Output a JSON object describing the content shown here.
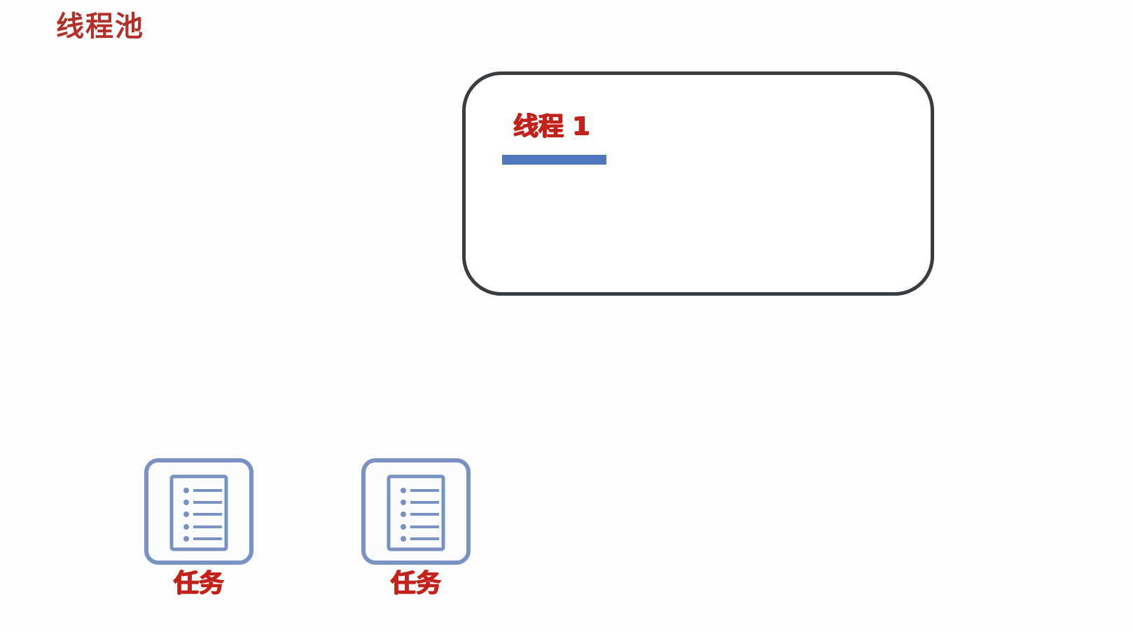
{
  "title": "线程池",
  "thread": {
    "label": "线程 1",
    "progress_fraction": 0.2
  },
  "tasks": [
    {
      "label": "任务",
      "icon": "task-list-icon"
    },
    {
      "label": "任务",
      "icon": "task-list-icon"
    }
  ],
  "colors": {
    "title_red": "#b0322a",
    "label_red": "#c1221b",
    "progress_blue": "#5078bf",
    "icon_blue": "#7a92c2",
    "box_border": "#3a3d40"
  }
}
